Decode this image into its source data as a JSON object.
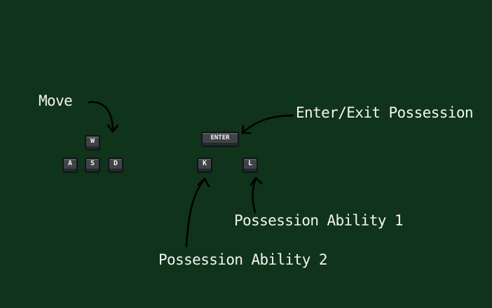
{
  "scene": {
    "background_color": "#0f331b"
  },
  "keys": {
    "w": "W",
    "a": "A",
    "s": "S",
    "d": "D",
    "enter": "ENTER",
    "k": "K",
    "l": "L"
  },
  "labels": {
    "move": "Move",
    "enter_exit": "Enter/Exit Possession",
    "ability_1": "Possession Ability 1",
    "ability_2": "Possession Ability 2"
  }
}
